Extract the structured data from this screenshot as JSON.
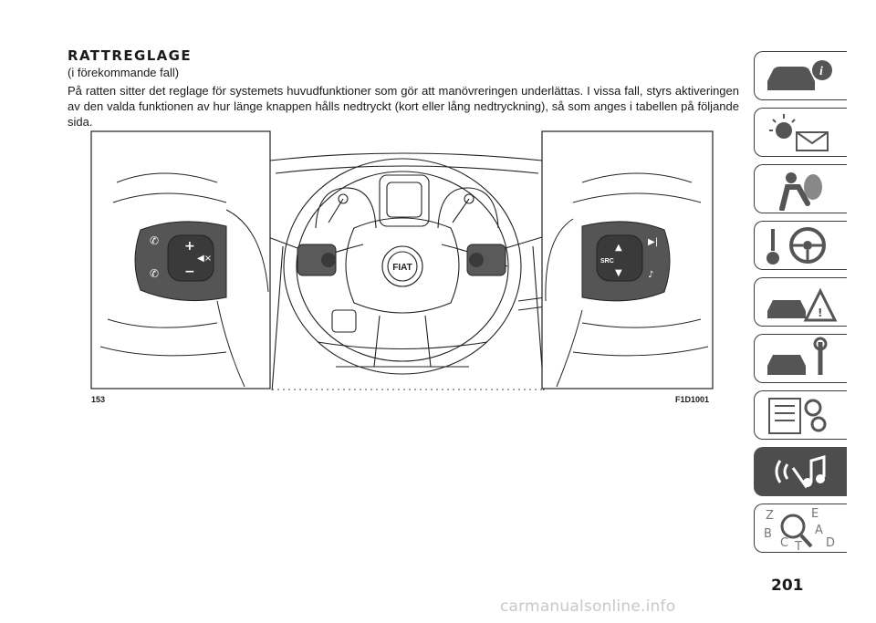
{
  "section": {
    "title": "RATTREGLAGE",
    "subtitle": "(i förekommande fall)",
    "body": "På ratten sitter det reglage för systemets huvudfunktioner som gör att manövreringen underlättas. I vissa fall, styrs aktiveringen av den valda funktionen av hur länge knappen hålls nedtryckt (kort eller lång nedtryckning), så som anges i tabellen på följande sida."
  },
  "figure": {
    "number": "153",
    "code": "F1D1001",
    "hub_logo": "FIAT",
    "right_control_label": "SRC"
  },
  "sidebar": {
    "tabs": [
      {
        "icon": "car-info-icon",
        "active": false
      },
      {
        "icon": "warning-lights-icon",
        "active": false
      },
      {
        "icon": "safety-airbag-icon",
        "active": false
      },
      {
        "icon": "steering-start-icon",
        "active": false
      },
      {
        "icon": "emergency-icon",
        "active": false
      },
      {
        "icon": "maintenance-icon",
        "active": false
      },
      {
        "icon": "technical-data-icon",
        "active": false
      },
      {
        "icon": "multimedia-icon",
        "active": true
      },
      {
        "icon": "index-icon",
        "active": false
      }
    ],
    "tab_letters": [
      "Z",
      "E",
      "B",
      "A",
      "C",
      "D",
      "T"
    ]
  },
  "page_number": "201",
  "watermark": "carmanualsonline.info",
  "colors": {
    "active_tab": "#4d4d4d",
    "tab_border": "#3a3a3a",
    "watermark": "#c8c8c8"
  }
}
